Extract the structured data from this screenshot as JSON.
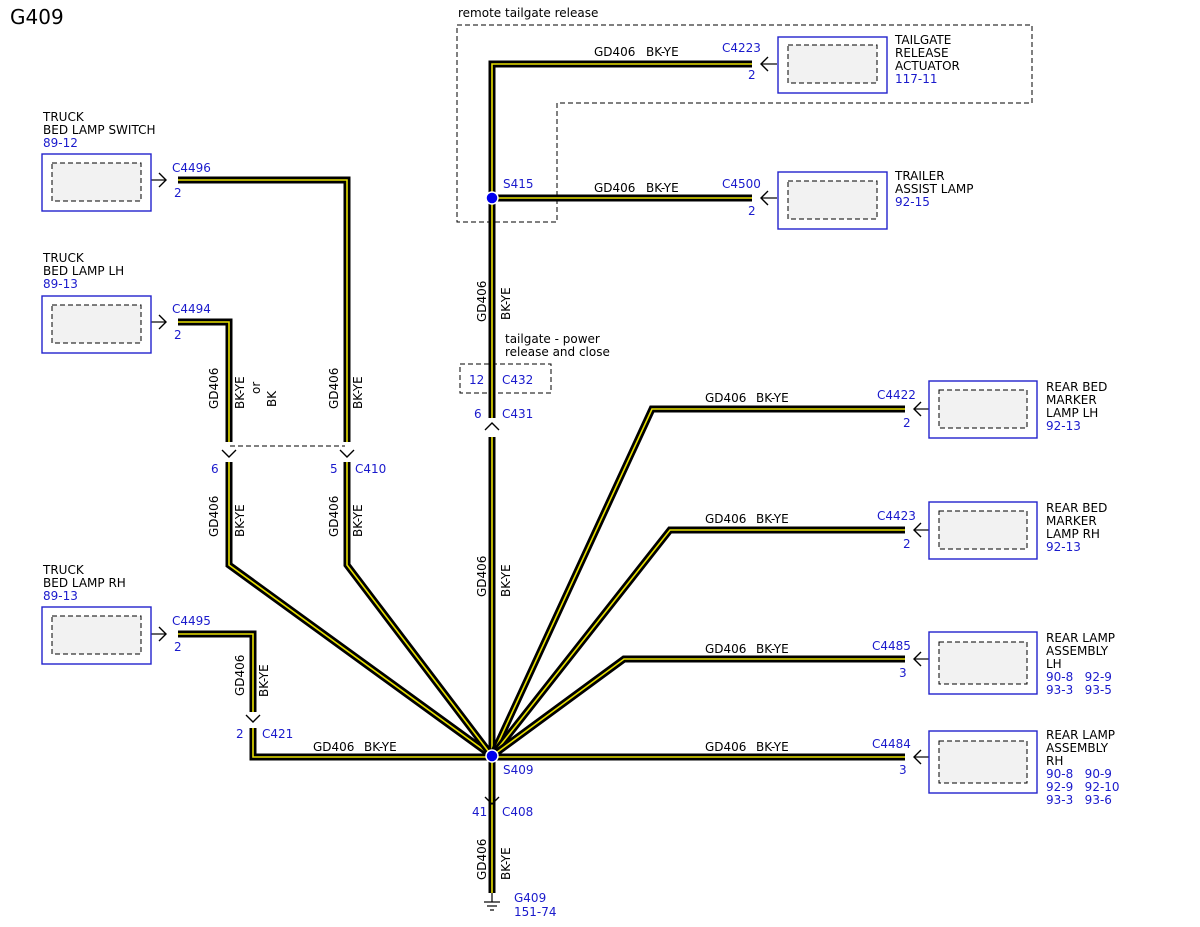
{
  "title": "G409",
  "wire": {
    "circuit": "GD406",
    "color": "BK-YE",
    "alt_color": "BK",
    "or": "or"
  },
  "regions": {
    "remote": "remote tailgate release",
    "power_l1": "tailgate - power",
    "power_l2": "release and close"
  },
  "components": {
    "tailgate_actuator": {
      "l1": "TAILGATE",
      "l2": "RELEASE",
      "l3": "ACTUATOR",
      "ref": "117-11",
      "conn": "C4223",
      "pin": "2"
    },
    "trailer_lamp": {
      "l1": "TRAILER",
      "l2": "ASSIST LAMP",
      "ref": "92-15",
      "conn": "C4500",
      "pin": "2"
    },
    "bed_switch": {
      "l1": "TRUCK",
      "l2": "BED LAMP SWITCH",
      "ref": "89-12",
      "conn": "C4496",
      "pin": "2"
    },
    "bed_lh": {
      "l1": "TRUCK",
      "l2": "BED LAMP LH",
      "ref": "89-13",
      "conn": "C4494",
      "pin": "2"
    },
    "bed_rh": {
      "l1": "TRUCK",
      "l2": "BED LAMP RH",
      "ref": "89-13",
      "conn": "C4495",
      "pin": "2"
    },
    "marker_lh": {
      "l1": "REAR BED",
      "l2": "MARKER",
      "l3": "LAMP LH",
      "ref": "92-13",
      "conn": "C4422",
      "pin": "2"
    },
    "marker_rh": {
      "l1": "REAR BED",
      "l2": "MARKER",
      "l3": "LAMP RH",
      "ref": "92-13",
      "conn": "C4423",
      "pin": "2"
    },
    "rear_lh": {
      "l1": "REAR LAMP",
      "l2": "ASSEMBLY",
      "l3": "LH",
      "ref1": "90-8   92-9",
      "ref2": "93-3   93-5",
      "conn": "C4485",
      "pin": "3"
    },
    "rear_rh": {
      "l1": "REAR LAMP",
      "l2": "ASSEMBLY",
      "l3": "RH",
      "ref1": "90-8   90-9",
      "ref2": "92-9   92-10",
      "ref3": "93-3   93-6",
      "conn": "C4484",
      "pin": "3"
    }
  },
  "splices": {
    "s415": "S415",
    "s409": "S409"
  },
  "connectors": {
    "c432": {
      "name": "C432",
      "pin": "12"
    },
    "c431": {
      "name": "C431",
      "pin": "6"
    },
    "c410": {
      "name": "C410",
      "pin_left": "6",
      "pin_right": "5"
    },
    "c421": {
      "name": "C421",
      "pin": "2"
    },
    "c408": {
      "name": "C408",
      "pin": "41"
    }
  },
  "ground": {
    "name": "G409",
    "ref": "151-74"
  }
}
